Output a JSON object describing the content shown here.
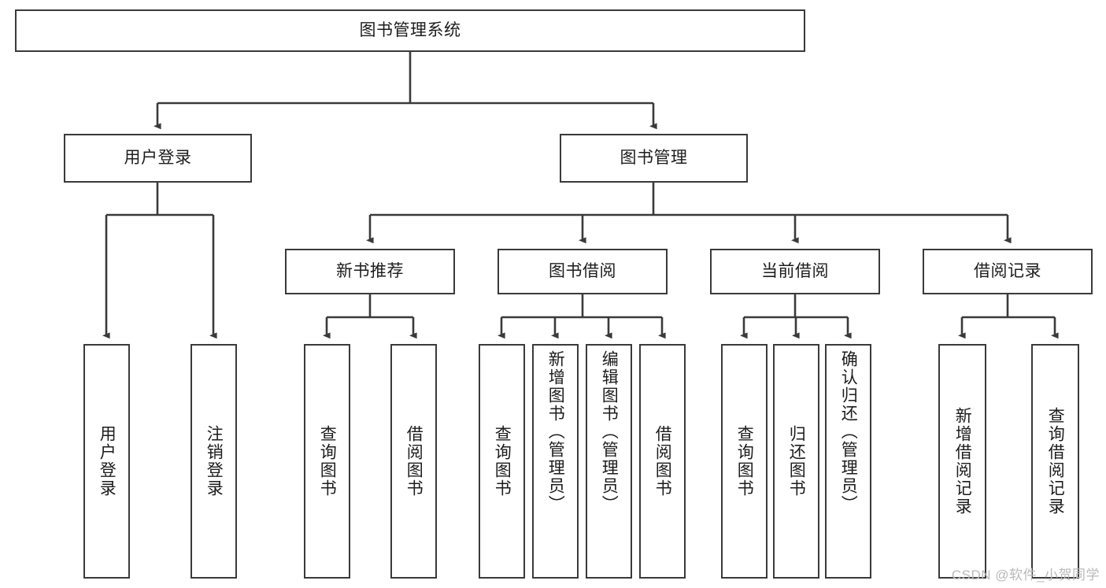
{
  "diagram": {
    "type": "tree-hierarchy-chart",
    "title_node": {
      "label": "图书管理系统"
    },
    "level1": [
      {
        "id": "user-login",
        "label": "用户登录"
      },
      {
        "id": "book-management",
        "label": "图书管理"
      }
    ],
    "level2": [
      {
        "id": "new-book-recommend",
        "label": "新书推荐",
        "parent": "book-management"
      },
      {
        "id": "book-borrow",
        "label": "图书借阅",
        "parent": "book-management"
      },
      {
        "id": "current-borrow",
        "label": "当前借阅",
        "parent": "book-management"
      },
      {
        "id": "borrow-record",
        "label": "借阅记录",
        "parent": "book-management"
      }
    ],
    "leaves": [
      {
        "id": "leaf-user-login",
        "label": "用户登录",
        "parent": "user-login"
      },
      {
        "id": "leaf-user-logout",
        "label": "注销登录",
        "parent": "user-login"
      },
      {
        "id": "leaf-query-book-1",
        "label": "查询图书",
        "parent": "new-book-recommend"
      },
      {
        "id": "leaf-borrow-book-1",
        "label": "借阅图书",
        "parent": "new-book-recommend"
      },
      {
        "id": "leaf-query-book-2",
        "label": "查询图书",
        "parent": "book-borrow"
      },
      {
        "id": "leaf-add-book",
        "label": "新增图书（管理员）",
        "parent": "book-borrow"
      },
      {
        "id": "leaf-edit-book",
        "label": "编辑图书（管理员）",
        "parent": "book-borrow"
      },
      {
        "id": "leaf-borrow-book-2",
        "label": "借阅图书",
        "parent": "book-borrow"
      },
      {
        "id": "leaf-query-book-3",
        "label": "查询图书",
        "parent": "current-borrow"
      },
      {
        "id": "leaf-return-book",
        "label": "归还图书",
        "parent": "current-borrow"
      },
      {
        "id": "leaf-confirm-return",
        "label": "确认归还（管理员）",
        "parent": "current-borrow"
      },
      {
        "id": "leaf-add-record",
        "label": "新增借阅记录",
        "parent": "borrow-record"
      },
      {
        "id": "leaf-query-record",
        "label": "查询借阅记录",
        "parent": "borrow-record"
      }
    ],
    "watermark": "CSDN @软件_小贺同学",
    "colors": {
      "box_border": "#3a3a3a",
      "connector": "#3a3a3a",
      "text": "#1c1c1c",
      "background": "#ffffff",
      "watermark": "#b9b9b9"
    }
  }
}
